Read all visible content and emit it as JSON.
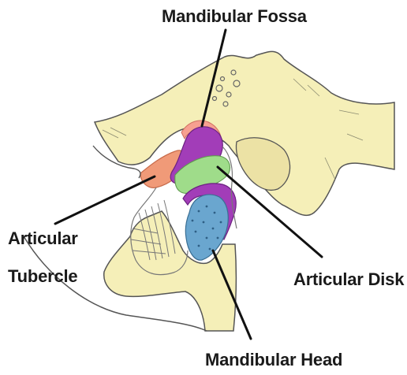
{
  "labels": {
    "mandibular_fossa": "Mandibular Fossa",
    "articular_tubercle_line1": "Articular",
    "articular_tubercle_line2": "Tubercle",
    "articular_disk": "Articular Disk",
    "mandibular_head": "Mandibular Head"
  },
  "colors": {
    "bone": "#f5efb8",
    "bone_outline": "#555555",
    "articular_tubercle": "#f09a78",
    "mandibular_fossa_lining": "#f7a090",
    "articular_disk_purple": "#a23db8",
    "articular_disk_green": "#9fdc8a",
    "mandibular_head": "#6aa6cf",
    "leader_line": "#111111"
  }
}
